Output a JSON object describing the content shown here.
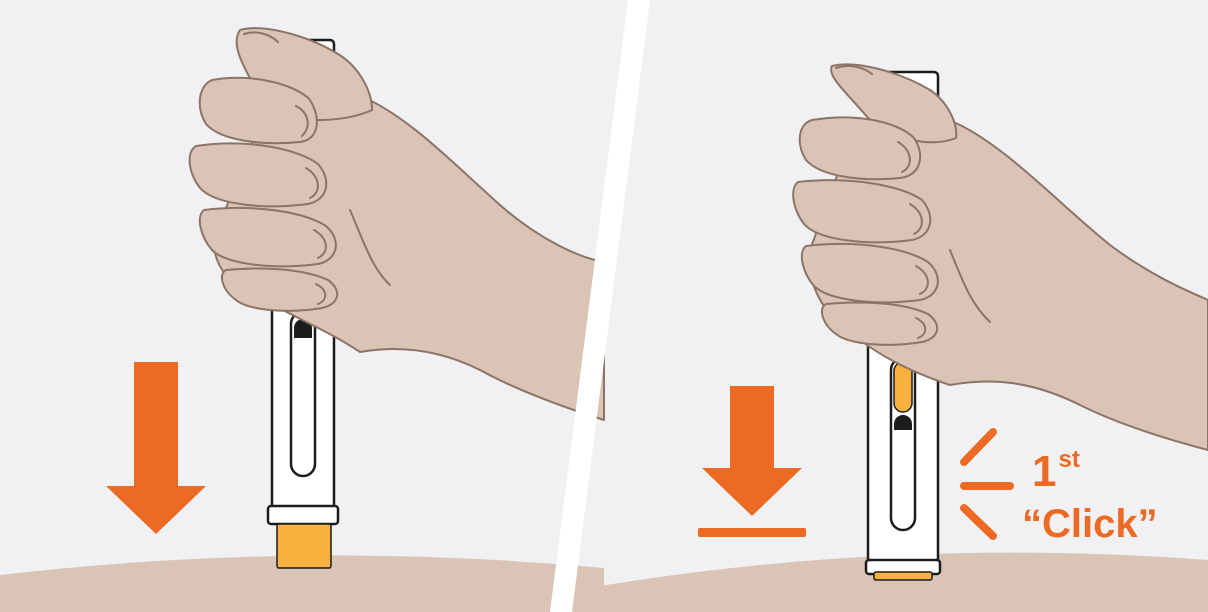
{
  "panels": [
    {
      "id": "before-click",
      "arrow": "press-down"
    },
    {
      "id": "after-click",
      "arrow": "press-down-with-stop-line"
    }
  ],
  "click_label": {
    "number": "1",
    "suffix": "st",
    "word": "“Click”"
  },
  "colors": {
    "background": "#f1f1f3",
    "skin": "#d9c4b6",
    "hand_outline": "#8c7466",
    "accent_orange": "#ec6a24",
    "needle_cover_yellow": "#f8b13f",
    "pen_body": "#ffffff",
    "pen_outline": "#1c1c1c",
    "divider": "#ffffff"
  }
}
